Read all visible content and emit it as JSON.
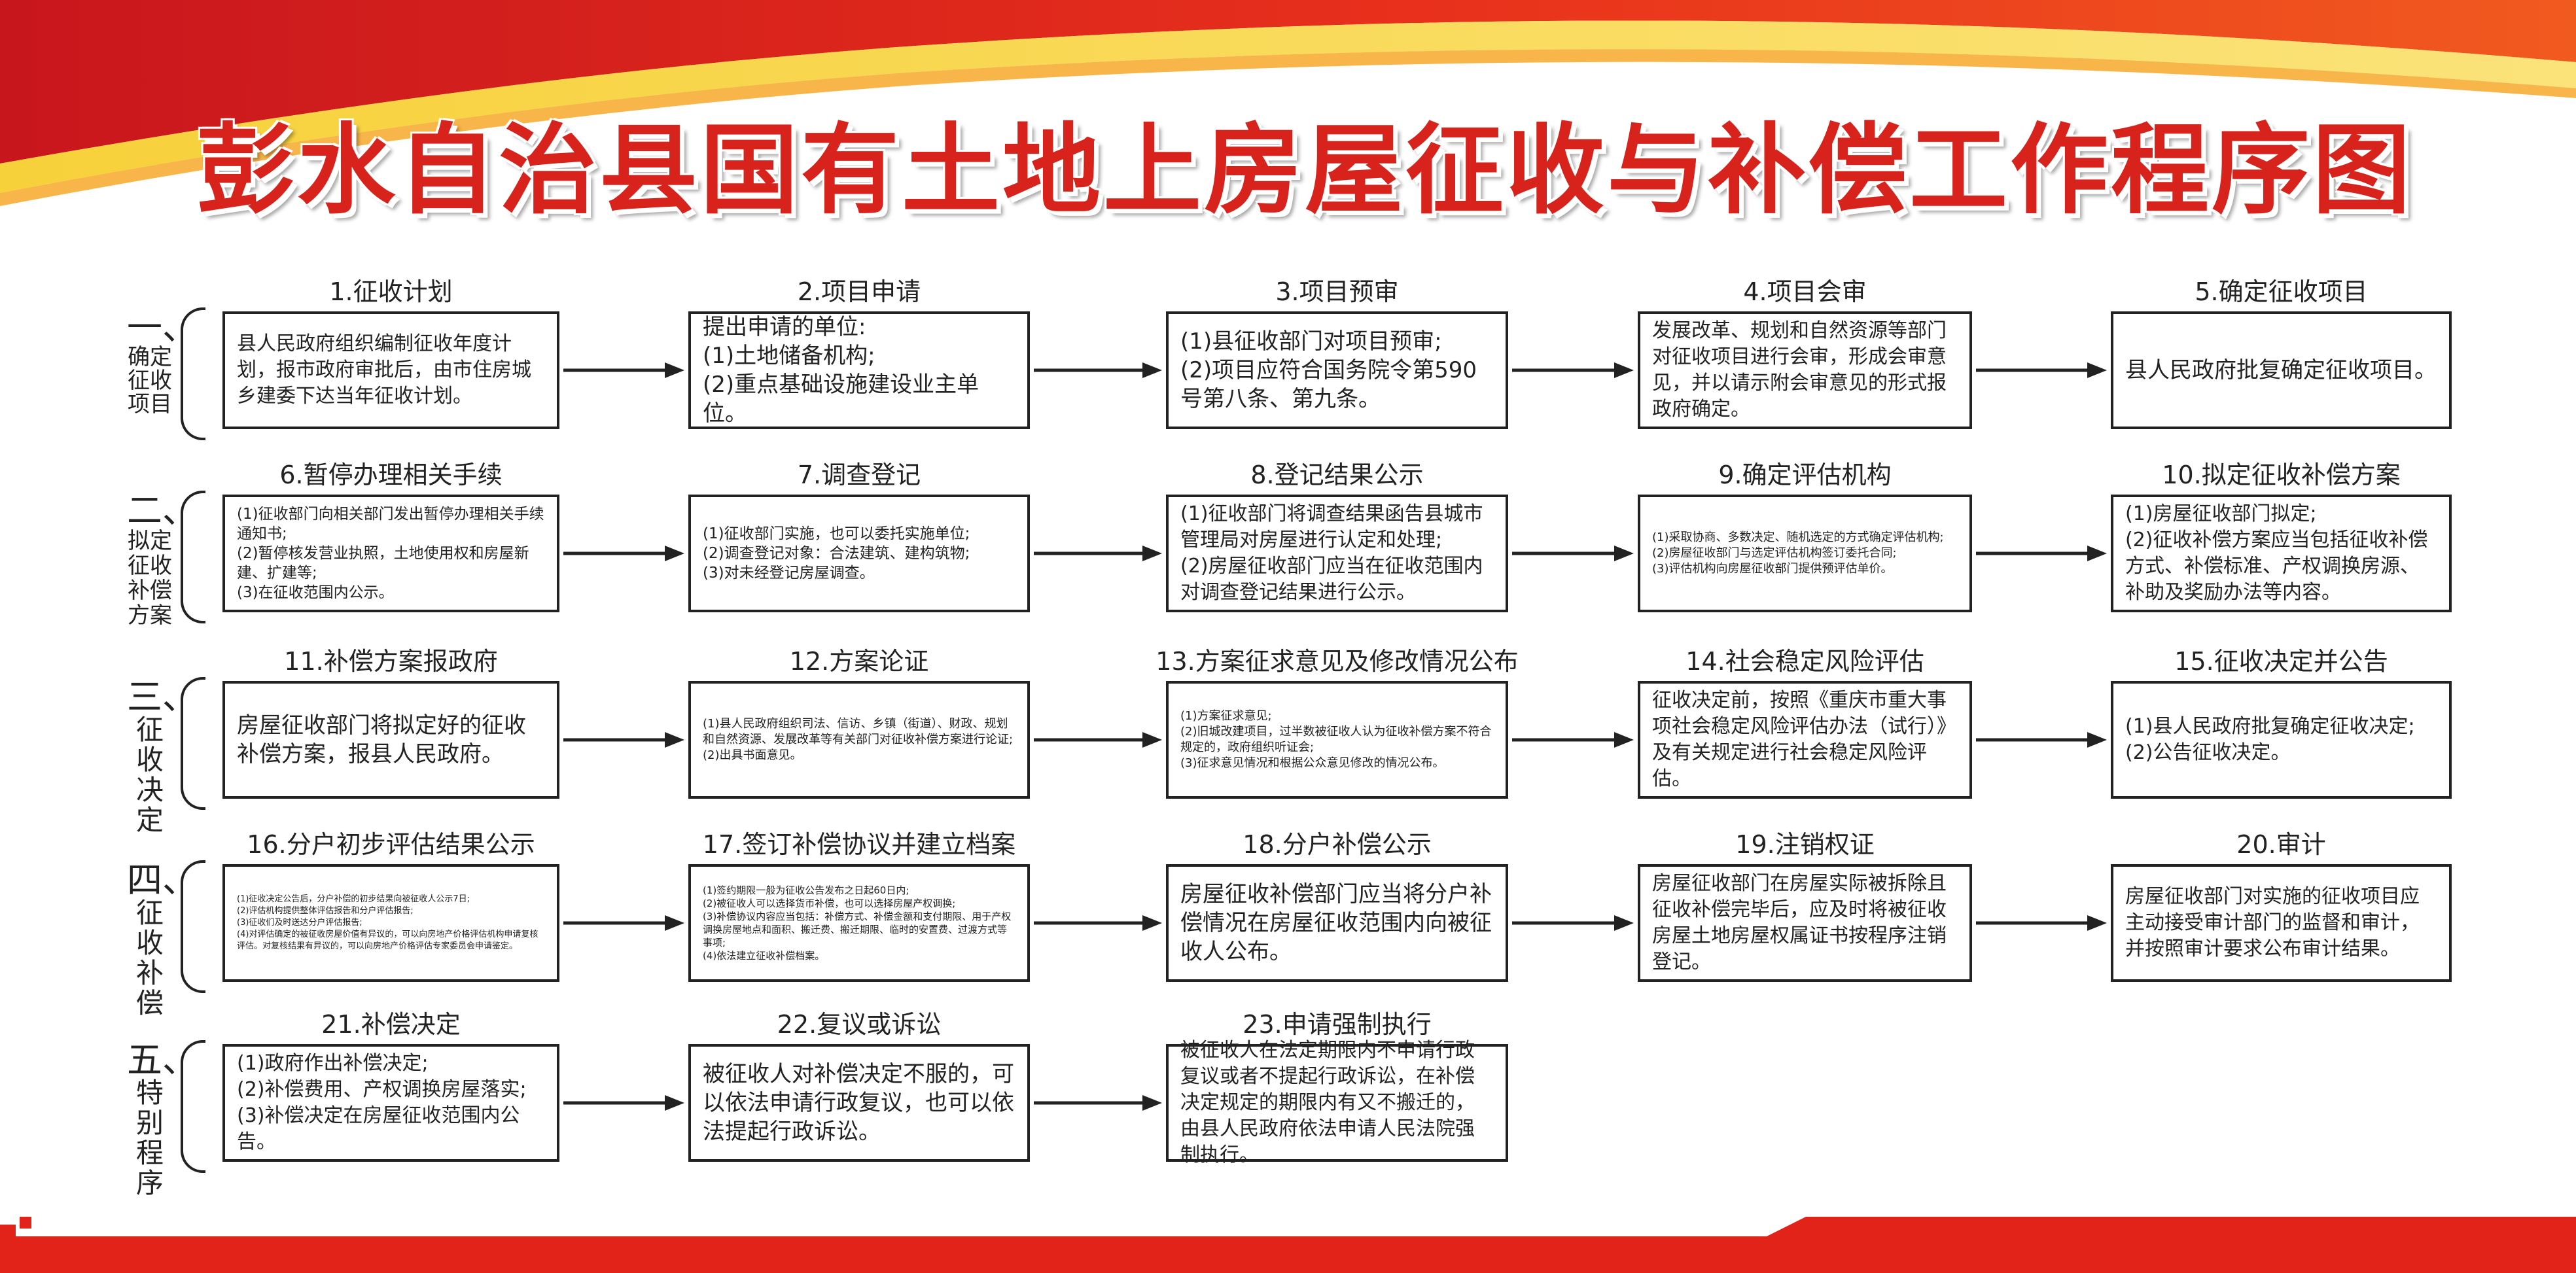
{
  "title": "彭水自治县国有土地上房屋征收与补偿工作程序图",
  "colors": {
    "title_red": "#d7231c",
    "banner_red": "#e2231a",
    "banner_yellow": "#f5c000",
    "line": "#222222"
  },
  "phases": [
    {
      "num": "一、",
      "name": "确定征收项目"
    },
    {
      "num": "二、",
      "name": "拟定征收补偿方案"
    },
    {
      "num": "三、",
      "name": "征收决定"
    },
    {
      "num": "四、",
      "name": "征收补偿"
    },
    {
      "num": "五、",
      "name": "特别程序"
    }
  ],
  "steps": [
    {
      "title": "1.征收计划",
      "text": "县人民政府组织编制征收年度计划，报市政府审批后，由市住房城乡建委下达当年征收计划。"
    },
    {
      "title": "2.项目申请",
      "text": "提出申请的单位:\n(1)土地储备机构;\n(2)重点基础设施建设业主单位。"
    },
    {
      "title": "3.项目预审",
      "text": "(1)县征收部门对项目预审;\n(2)项目应符合国务院令第590号第八条、第九条。"
    },
    {
      "title": "4.项目会审",
      "text": "发展改革、规划和自然资源等部门对征收项目进行会审，形成会审意见，并以请示附会审意见的形式报政府确定。"
    },
    {
      "title": "5.确定征收项目",
      "text": "县人民政府批复确定征收项目。"
    },
    {
      "title": "6.暂停办理相关手续",
      "text": "(1)征收部门向相关部门发出暂停办理相关手续通知书;\n(2)暂停核发营业执照，土地使用权和房屋新建、扩建等;\n(3)在征收范围内公示。"
    },
    {
      "title": "7.调查登记",
      "text": "(1)征收部门实施，也可以委托实施单位;\n(2)调查登记对象：合法建筑、建构筑物;\n(3)对未经登记房屋调查。"
    },
    {
      "title": "8.登记结果公示",
      "text": "(1)征收部门将调查结果函告县城市管理局对房屋进行认定和处理;\n(2)房屋征收部门应当在征收范围内对调查登记结果进行公示。"
    },
    {
      "title": "9.确定评估机构",
      "text": "(1)采取协商、多数决定、随机选定的方式确定评估机构;\n(2)房屋征收部门与选定评估机构签订委托合同;\n(3)评估机构向房屋征收部门提供预评估单价。"
    },
    {
      "title": "10.拟定征收补偿方案",
      "text": "(1)房屋征收部门拟定;\n(2)征收补偿方案应当包括征收补偿方式、补偿标准、产权调换房源、补助及奖励办法等内容。"
    },
    {
      "title": "11.补偿方案报政府",
      "text": "房屋征收部门将拟定好的征收补偿方案，报县人民政府。"
    },
    {
      "title": "12.方案论证",
      "text": "(1)县人民政府组织司法、信访、乡镇（街道）、财政、规划和自然资源、发展改革等有关部门对征收补偿方案进行论证;\n(2)出具书面意见。"
    },
    {
      "title": "13.方案征求意见及修改情况公布",
      "text": "(1)方案征求意见;\n(2)旧城改建项目，过半数被征收人认为征收补偿方案不符合规定的，政府组织听证会;\n(3)征求意见情况和根据公众意见修改的情况公布。"
    },
    {
      "title": "14.社会稳定风险评估",
      "text": "征收决定前，按照《重庆市重大事项社会稳定风险评估办法（试行）》及有关规定进行社会稳定风险评估。"
    },
    {
      "title": "15.征收决定并公告",
      "text": "(1)县人民政府批复确定征收决定;\n(2)公告征收决定。"
    },
    {
      "title": "16.分户初步评估结果公示",
      "text": "(1)征收决定公告后，分户补偿的初步结果向被征收人公示7日;\n(2)评估机构提供整体评估报告和分户评估报告;\n(3)征收们及时送达分户评估报告;\n(4)对评估确定的被征收房屋价值有异议的，可以向房地产价格评估机构申请复核评估。对复核结果有异议的，可以向房地产价格评估专家委员会申请鉴定。"
    },
    {
      "title": "17.签订补偿协议并建立档案",
      "text": "(1)签约期限一般为征收公告发布之日起60日内;\n(2)被征收人可以选择货币补偿，也可以选择房屋产权调换;\n(3)补偿协议内容应当包括：补偿方式、补偿金额和支付期限、用于产权调换房屋地点和面积、搬迁费、搬迁期限、临时的安置费、过渡方式等事项;\n(4)依法建立征收补偿档案。"
    },
    {
      "title": "18.分户补偿公示",
      "text": "房屋征收补偿部门应当将分户补偿情况在房屋征收范围内向被征收人公布。"
    },
    {
      "title": "19.注销权证",
      "text": "房屋征收部门在房屋实际被拆除且征收补偿完毕后，应及时将被征收房屋土地房屋权属证书按程序注销登记。"
    },
    {
      "title": "20.审计",
      "text": "房屋征收部门对实施的征收项目应主动接受审计部门的监督和审计，并按照审计要求公布审计结果。"
    },
    {
      "title": "21.补偿决定",
      "text": "(1)政府作出补偿决定;\n(2)补偿费用、产权调换房屋落实;\n(3)补偿决定在房屋征收范围内公告。"
    },
    {
      "title": "22.复议或诉讼",
      "text": "被征收人对补偿决定不服的，可以依法申请行政复议，也可以依法提起行政诉讼。"
    },
    {
      "title": "23.申请强制执行",
      "text": "被征收人在法定期限内不申请行政复议或者不提起行政诉讼，在补偿决定规定的期限内有又不搬迁的，由县人民政府依法申请人民法院强制执行。"
    }
  ]
}
